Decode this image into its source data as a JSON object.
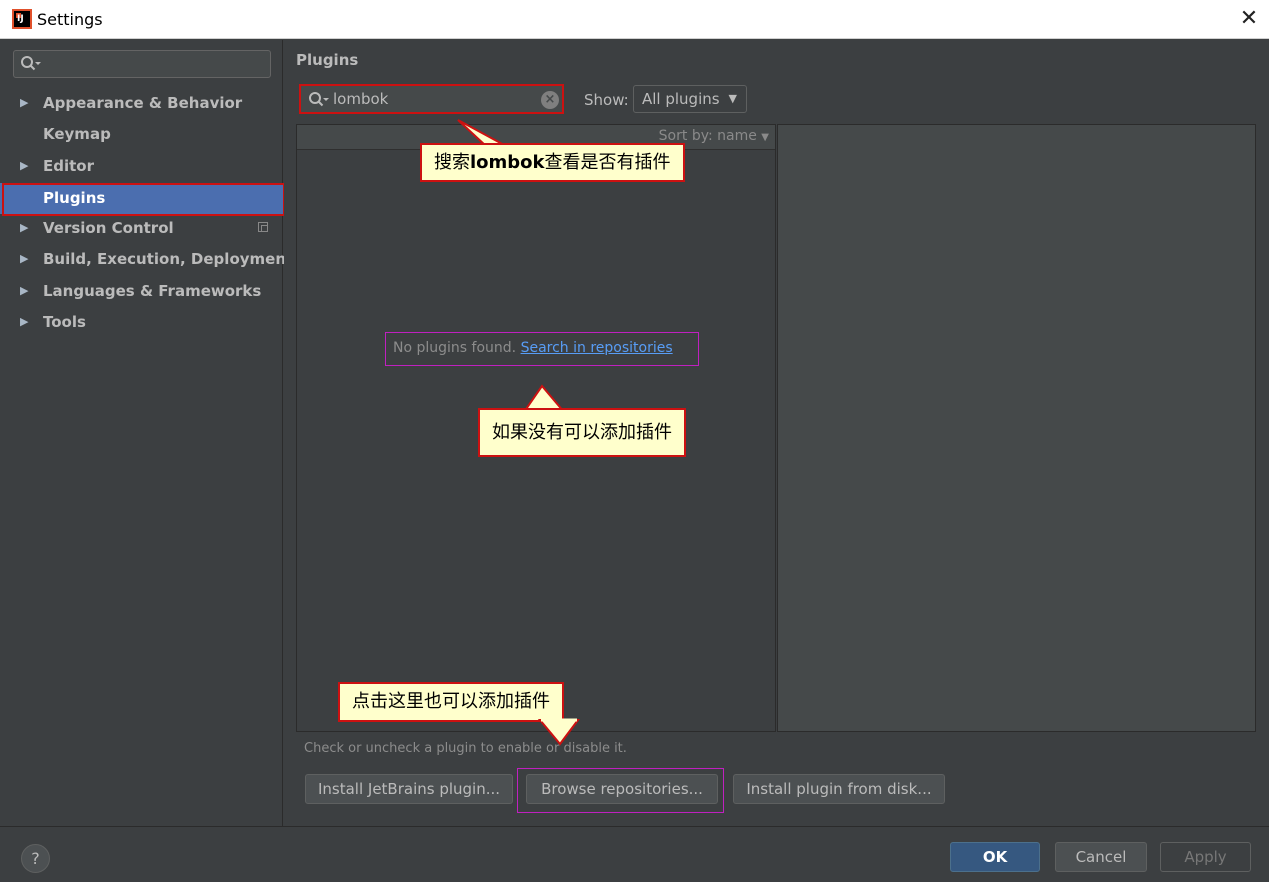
{
  "window": {
    "title": "Settings",
    "close_glyph": "✕"
  },
  "sidebar": {
    "search": {
      "value": ""
    },
    "items": [
      {
        "label": "Appearance & Behavior",
        "expandable": true
      },
      {
        "label": "Keymap",
        "expandable": false
      },
      {
        "label": "Editor",
        "expandable": true
      },
      {
        "label": "Plugins",
        "expandable": false,
        "selected": true
      },
      {
        "label": "Version Control",
        "expandable": true
      },
      {
        "label": "Build, Execution, Deployment",
        "expandable": true
      },
      {
        "label": "Languages & Frameworks",
        "expandable": true
      },
      {
        "label": "Tools",
        "expandable": true
      }
    ],
    "arrow_glyph": "▶"
  },
  "main": {
    "title": "Plugins",
    "search": {
      "value": "lombok",
      "clear_glyph": "×"
    },
    "show": {
      "label": "Show:",
      "selected": "All plugins",
      "caret": "▼"
    },
    "list": {
      "sort_label": "Sort by: name",
      "sort_caret": "▼",
      "empty_text": "No plugins found.",
      "empty_link": "Search in repositories"
    },
    "hint": "Check or uncheck a plugin to enable or disable it.",
    "buttons": {
      "install_jetbrains": "Install JetBrains plugin...",
      "browse": "Browse repositories...",
      "install_disk": "Install plugin from disk..."
    }
  },
  "footer": {
    "help": "?",
    "ok": "OK",
    "cancel": "Cancel",
    "apply": "Apply"
  },
  "callouts": {
    "search_tip_prefix": "搜索",
    "search_tip_bold": "lombok",
    "search_tip_suffix": "查看是否有插件",
    "repo_tip": "如果没有可以添加插件",
    "browse_tip": "点击这里也可以添加插件"
  },
  "colors": {
    "background": "#3c3f41",
    "selection": "#4b6eaf",
    "link": "#589df6",
    "highlight_red": "#cc1111",
    "highlight_magenta": "#c020c0",
    "callout_fill": "#ffffcc",
    "ok_button": "#365880"
  }
}
